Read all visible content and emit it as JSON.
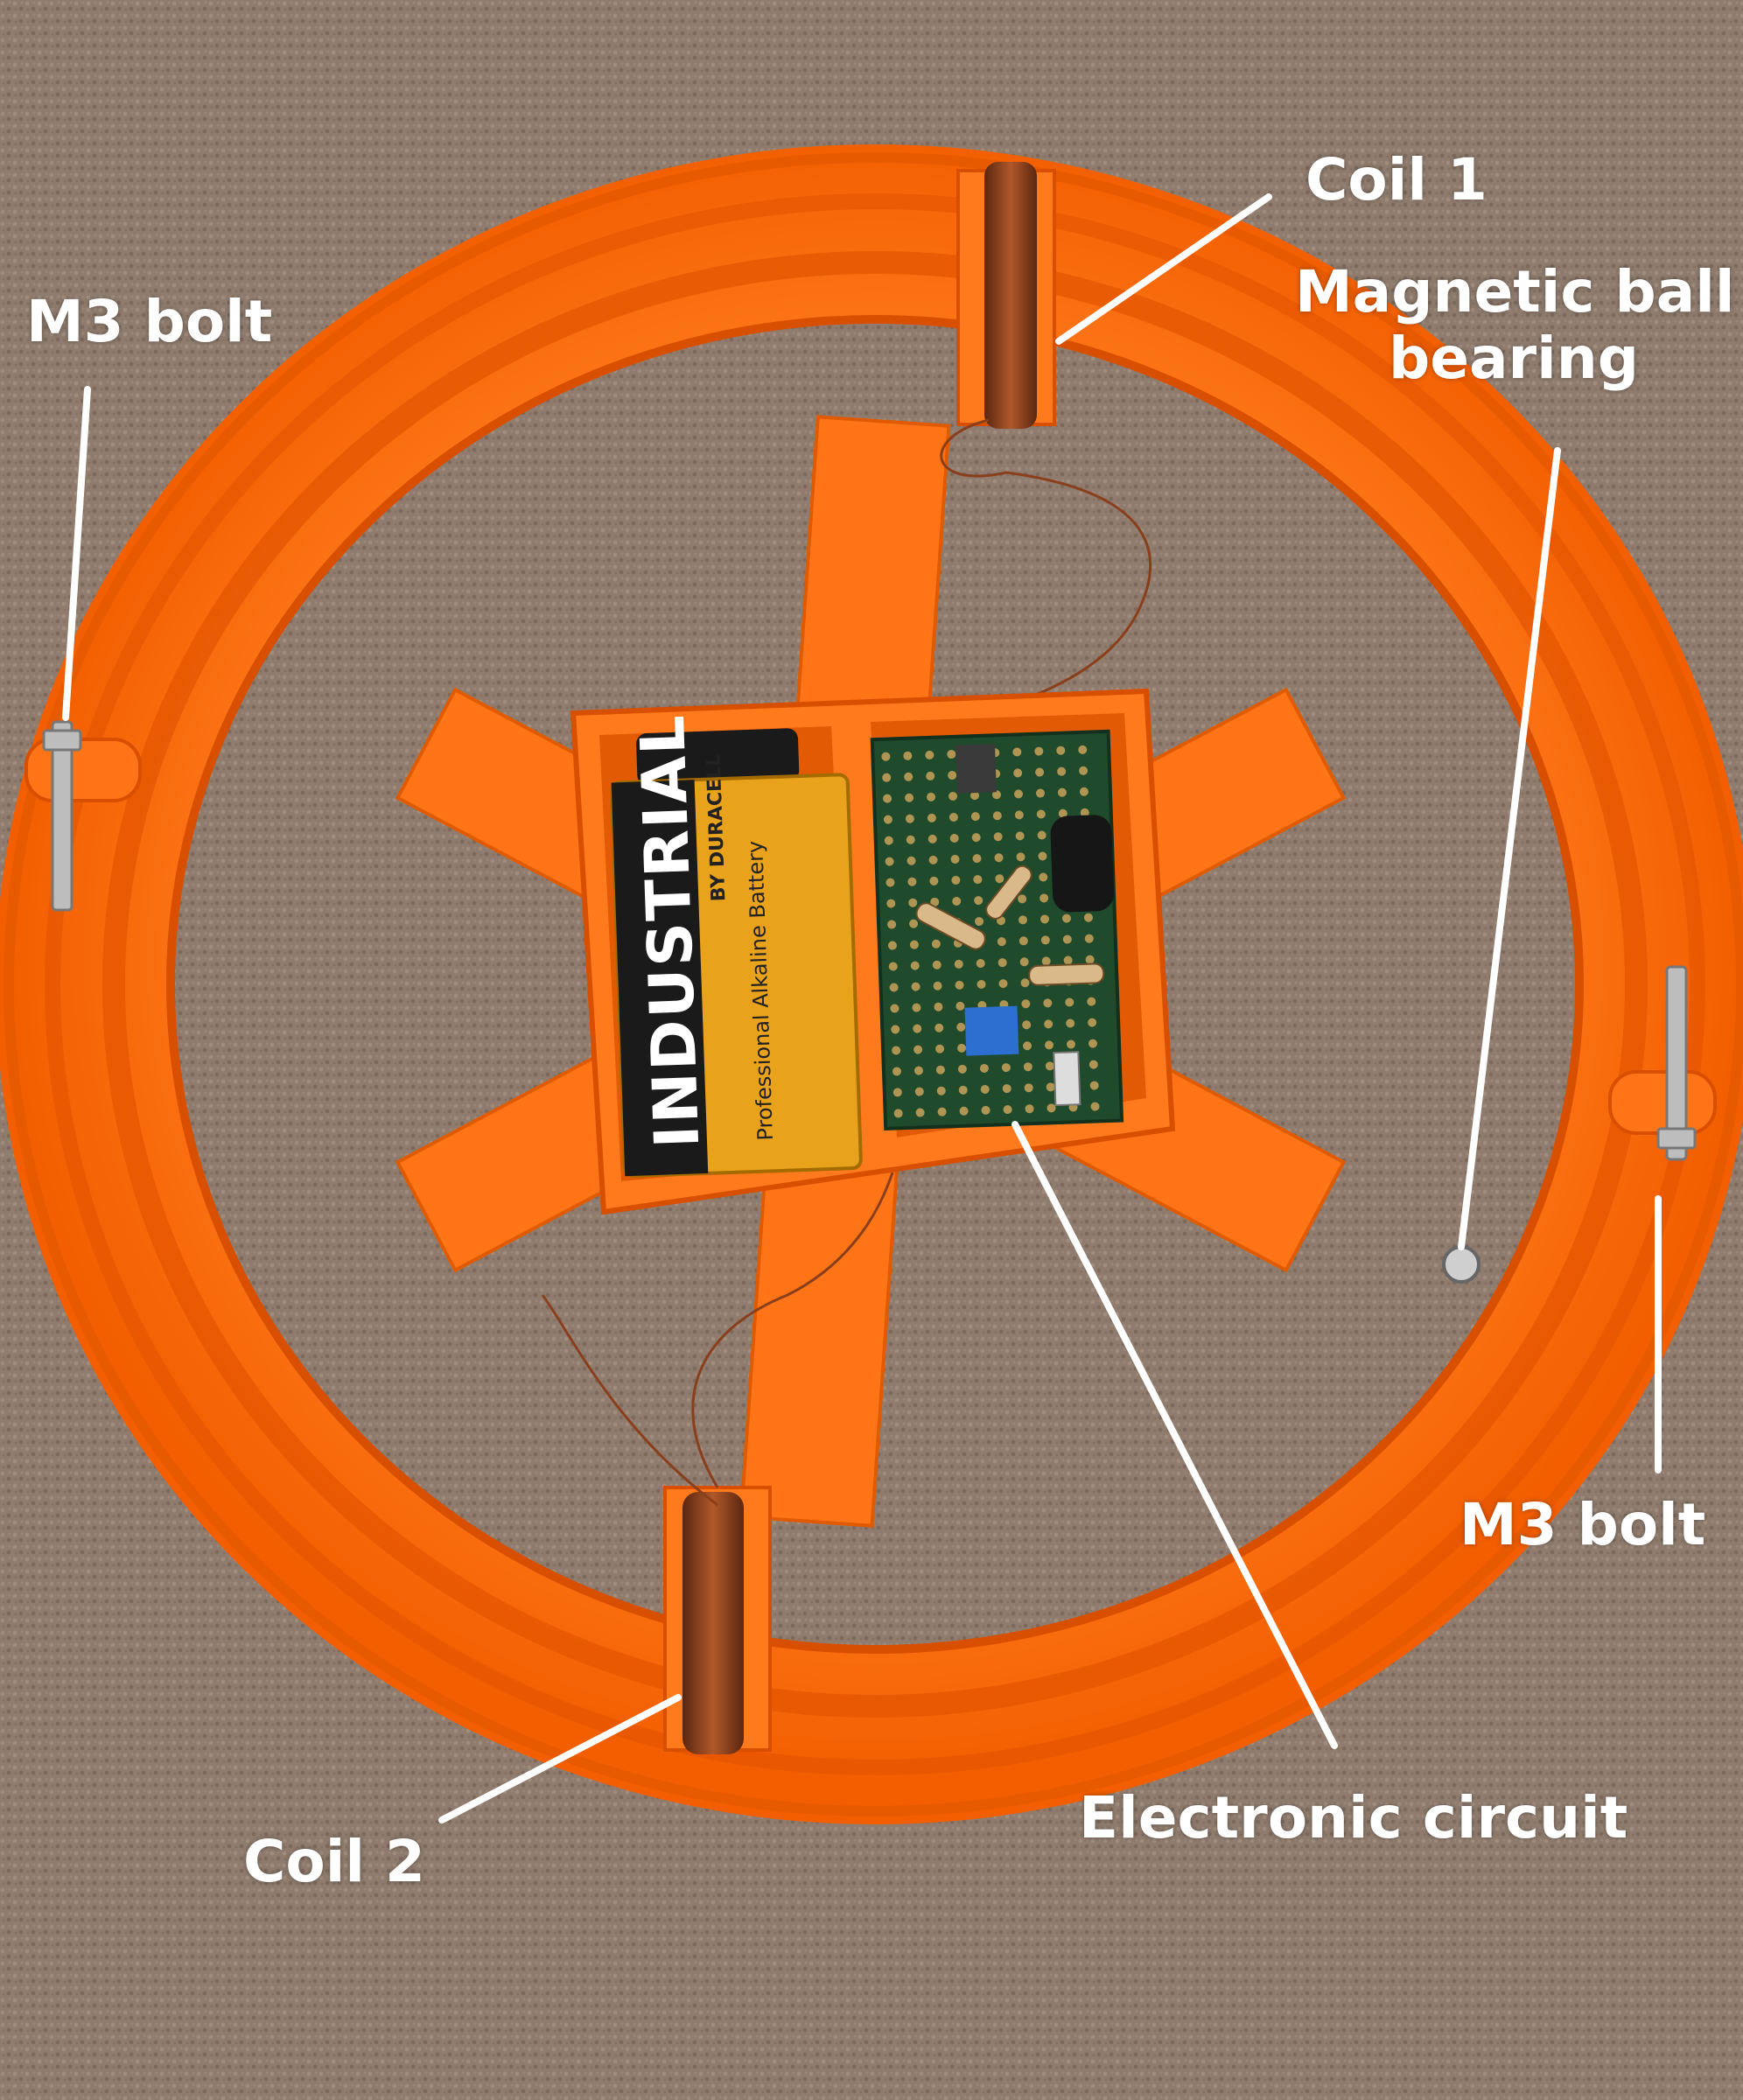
{
  "image": {
    "description_colors": {
      "carpet": "#8f7c6e",
      "ring_orange": "#ff6d0d",
      "ring_shadow": "#e35400",
      "copper": "#8a3f1c",
      "battery_gold": "#e9a21c",
      "battery_black": "#1a1a1a",
      "pcb_green": "#1f4a2c",
      "label_color": "#ffffff"
    }
  },
  "labels": {
    "coil_1": "Coil 1",
    "magnetic_ball_line1": "Magnetic ball",
    "magnetic_ball_line2": "bearing",
    "m3_bolt_left": "M3 bolt",
    "m3_bolt_right": "M3 bolt",
    "electronic_circuit": "Electronic circuit",
    "coil_2": "Coil 2"
  },
  "battery": {
    "brand_main": "INDUSTRIAL",
    "brand_sub": "BY DURACELL",
    "tagline": "Professional Alkaline Battery"
  }
}
